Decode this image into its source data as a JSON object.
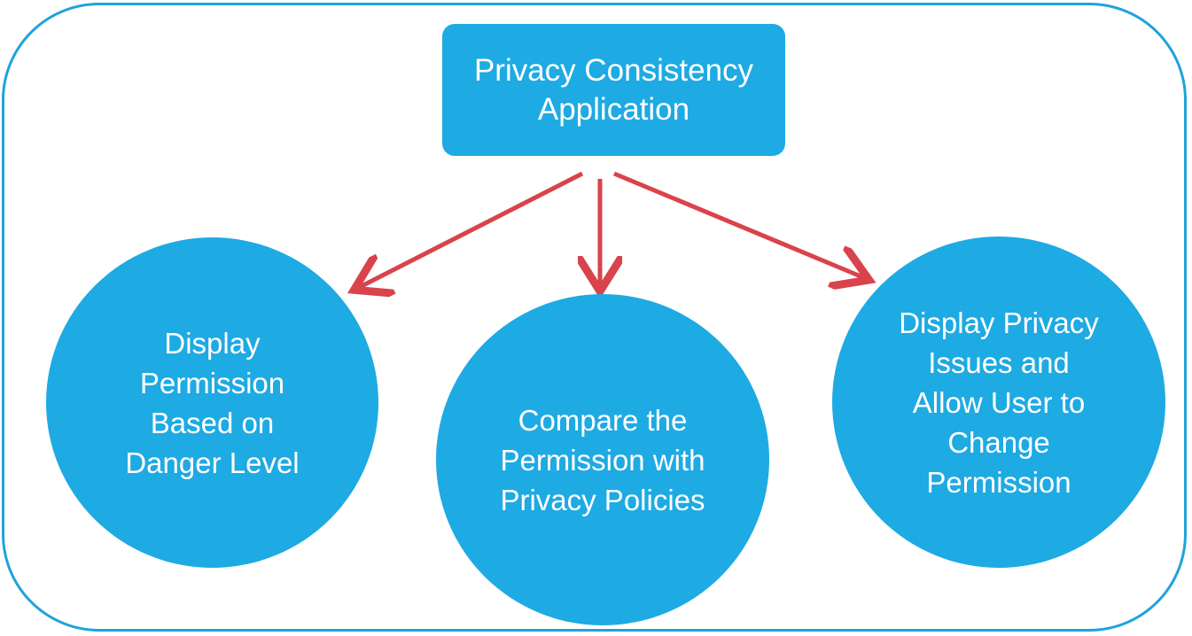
{
  "diagram": {
    "root": {
      "label": "Privacy Consistency Application"
    },
    "children": [
      {
        "label": "Display Permission Based on Danger Level"
      },
      {
        "label": "Compare the Permission with Privacy Policies"
      },
      {
        "label": "Display Privacy Issues and Allow User to Change Permission"
      }
    ]
  },
  "colors": {
    "node_fill": "#1eaae3",
    "frame_border": "#1fa3dc",
    "arrow": "#d9434b",
    "text": "#ffffff"
  }
}
